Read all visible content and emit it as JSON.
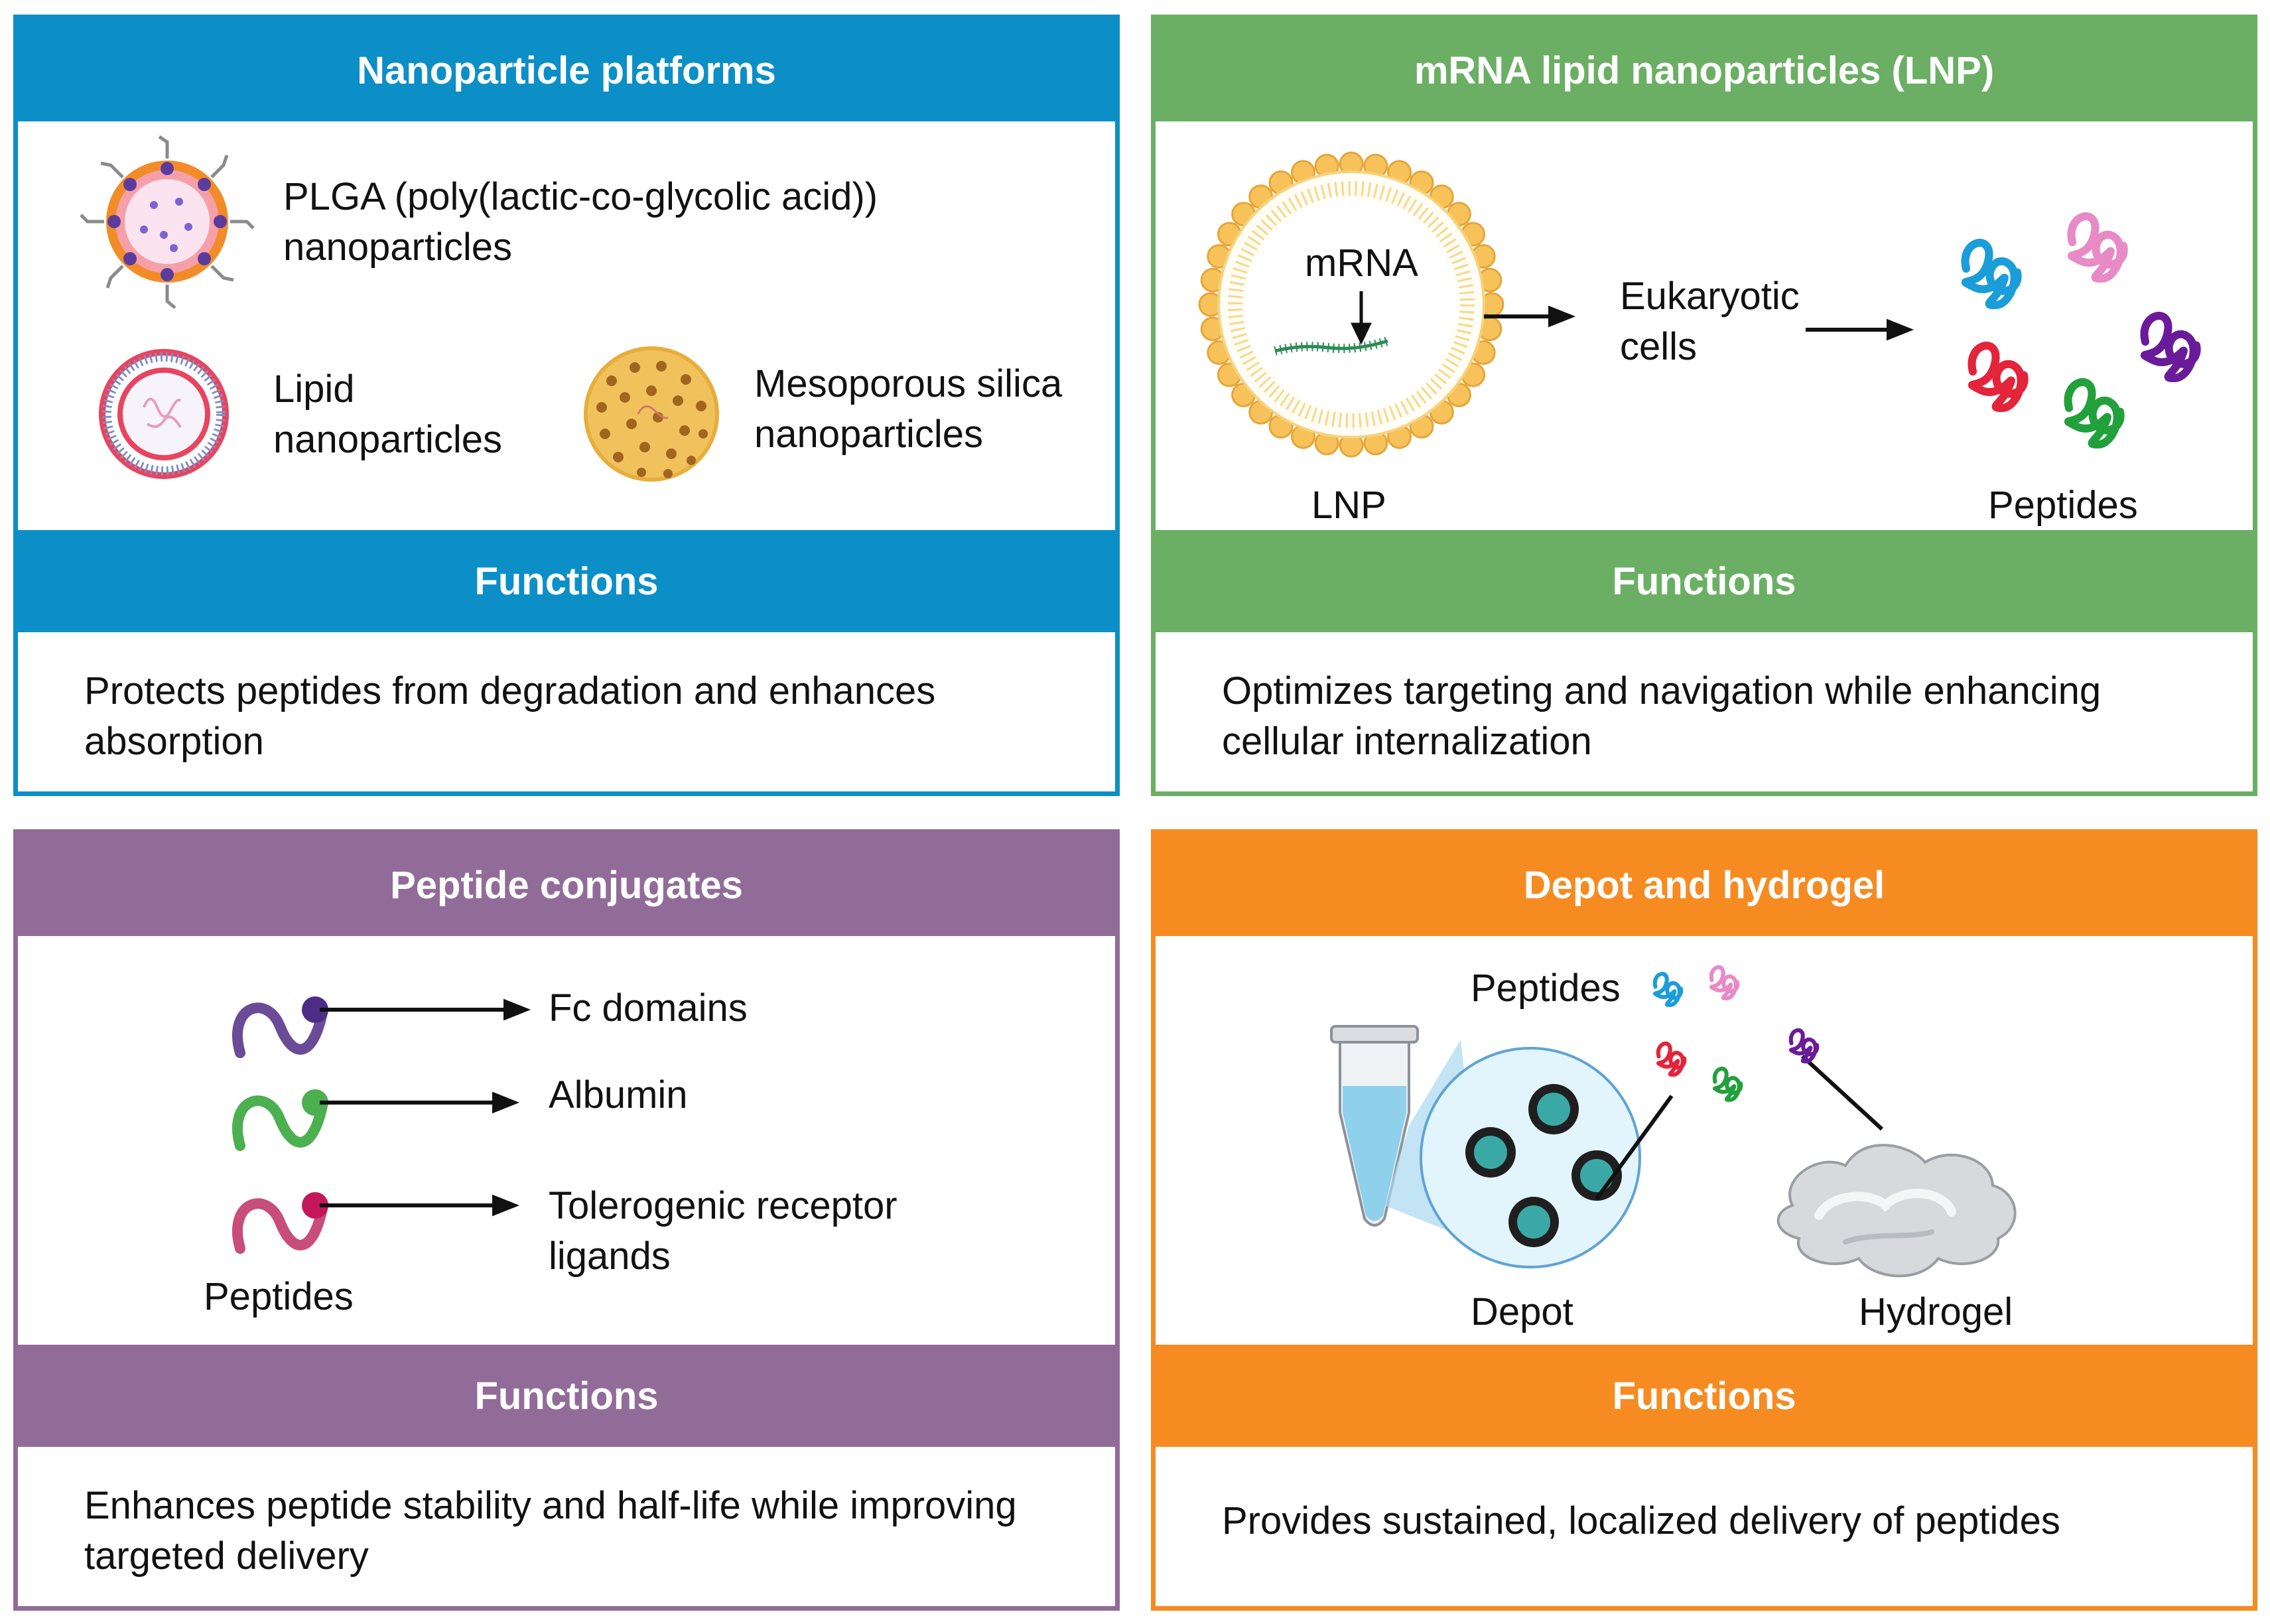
{
  "panels": {
    "nanoparticle": {
      "title": "Nanoparticle platforms",
      "plga_line1": "PLGA (poly(lactic-co-glycolic acid))",
      "plga_line2": "nanoparticles",
      "lipid_line1": "Lipid",
      "lipid_line2": "nanoparticles",
      "silica_line1": "Mesoporous silica",
      "silica_line2": "nanoparticles",
      "functions_label": "Functions",
      "functions_text": "Protects peptides from degradation and enhances absorption",
      "color": "#0b8fc6"
    },
    "lnp": {
      "title": "mRNA lipid nanoparticles (LNP)",
      "mrna_label": "mRNA",
      "lnp_label": "LNP",
      "cells_line1": "Eukaryotic",
      "cells_line2": "cells",
      "peptides_label": "Peptides",
      "functions_label": "Functions",
      "functions_text": "Optimizes targeting and navigation while enhancing cellular internalization",
      "color": "#6aaf63"
    },
    "conjugates": {
      "title": "Peptide conjugates",
      "fc_label": "Fc domains",
      "albumin_label": "Albumin",
      "tolerogenic_line1": "Tolerogenic receptor",
      "tolerogenic_line2": "ligands",
      "peptides_label": "Peptides",
      "functions_label": "Functions",
      "functions_text": "Enhances peptide stability and half-life while improving targeted delivery",
      "color": "#926c98"
    },
    "depot": {
      "title": "Depot and hydrogel",
      "peptides_label": "Peptides",
      "depot_label": "Depot",
      "hydrogel_label": "Hydrogel",
      "functions_label": "Functions",
      "functions_text": "Provides sustained, localized delivery of peptides",
      "color": "#f68b21"
    }
  },
  "icons": [
    "plga-nanoparticle-icon",
    "lipid-nanoparticle-icon",
    "silica-nanoparticle-icon",
    "lnp-icon",
    "peptide-tangle-icon",
    "tube-icon",
    "hydrogel-icon",
    "arrow-icon"
  ]
}
